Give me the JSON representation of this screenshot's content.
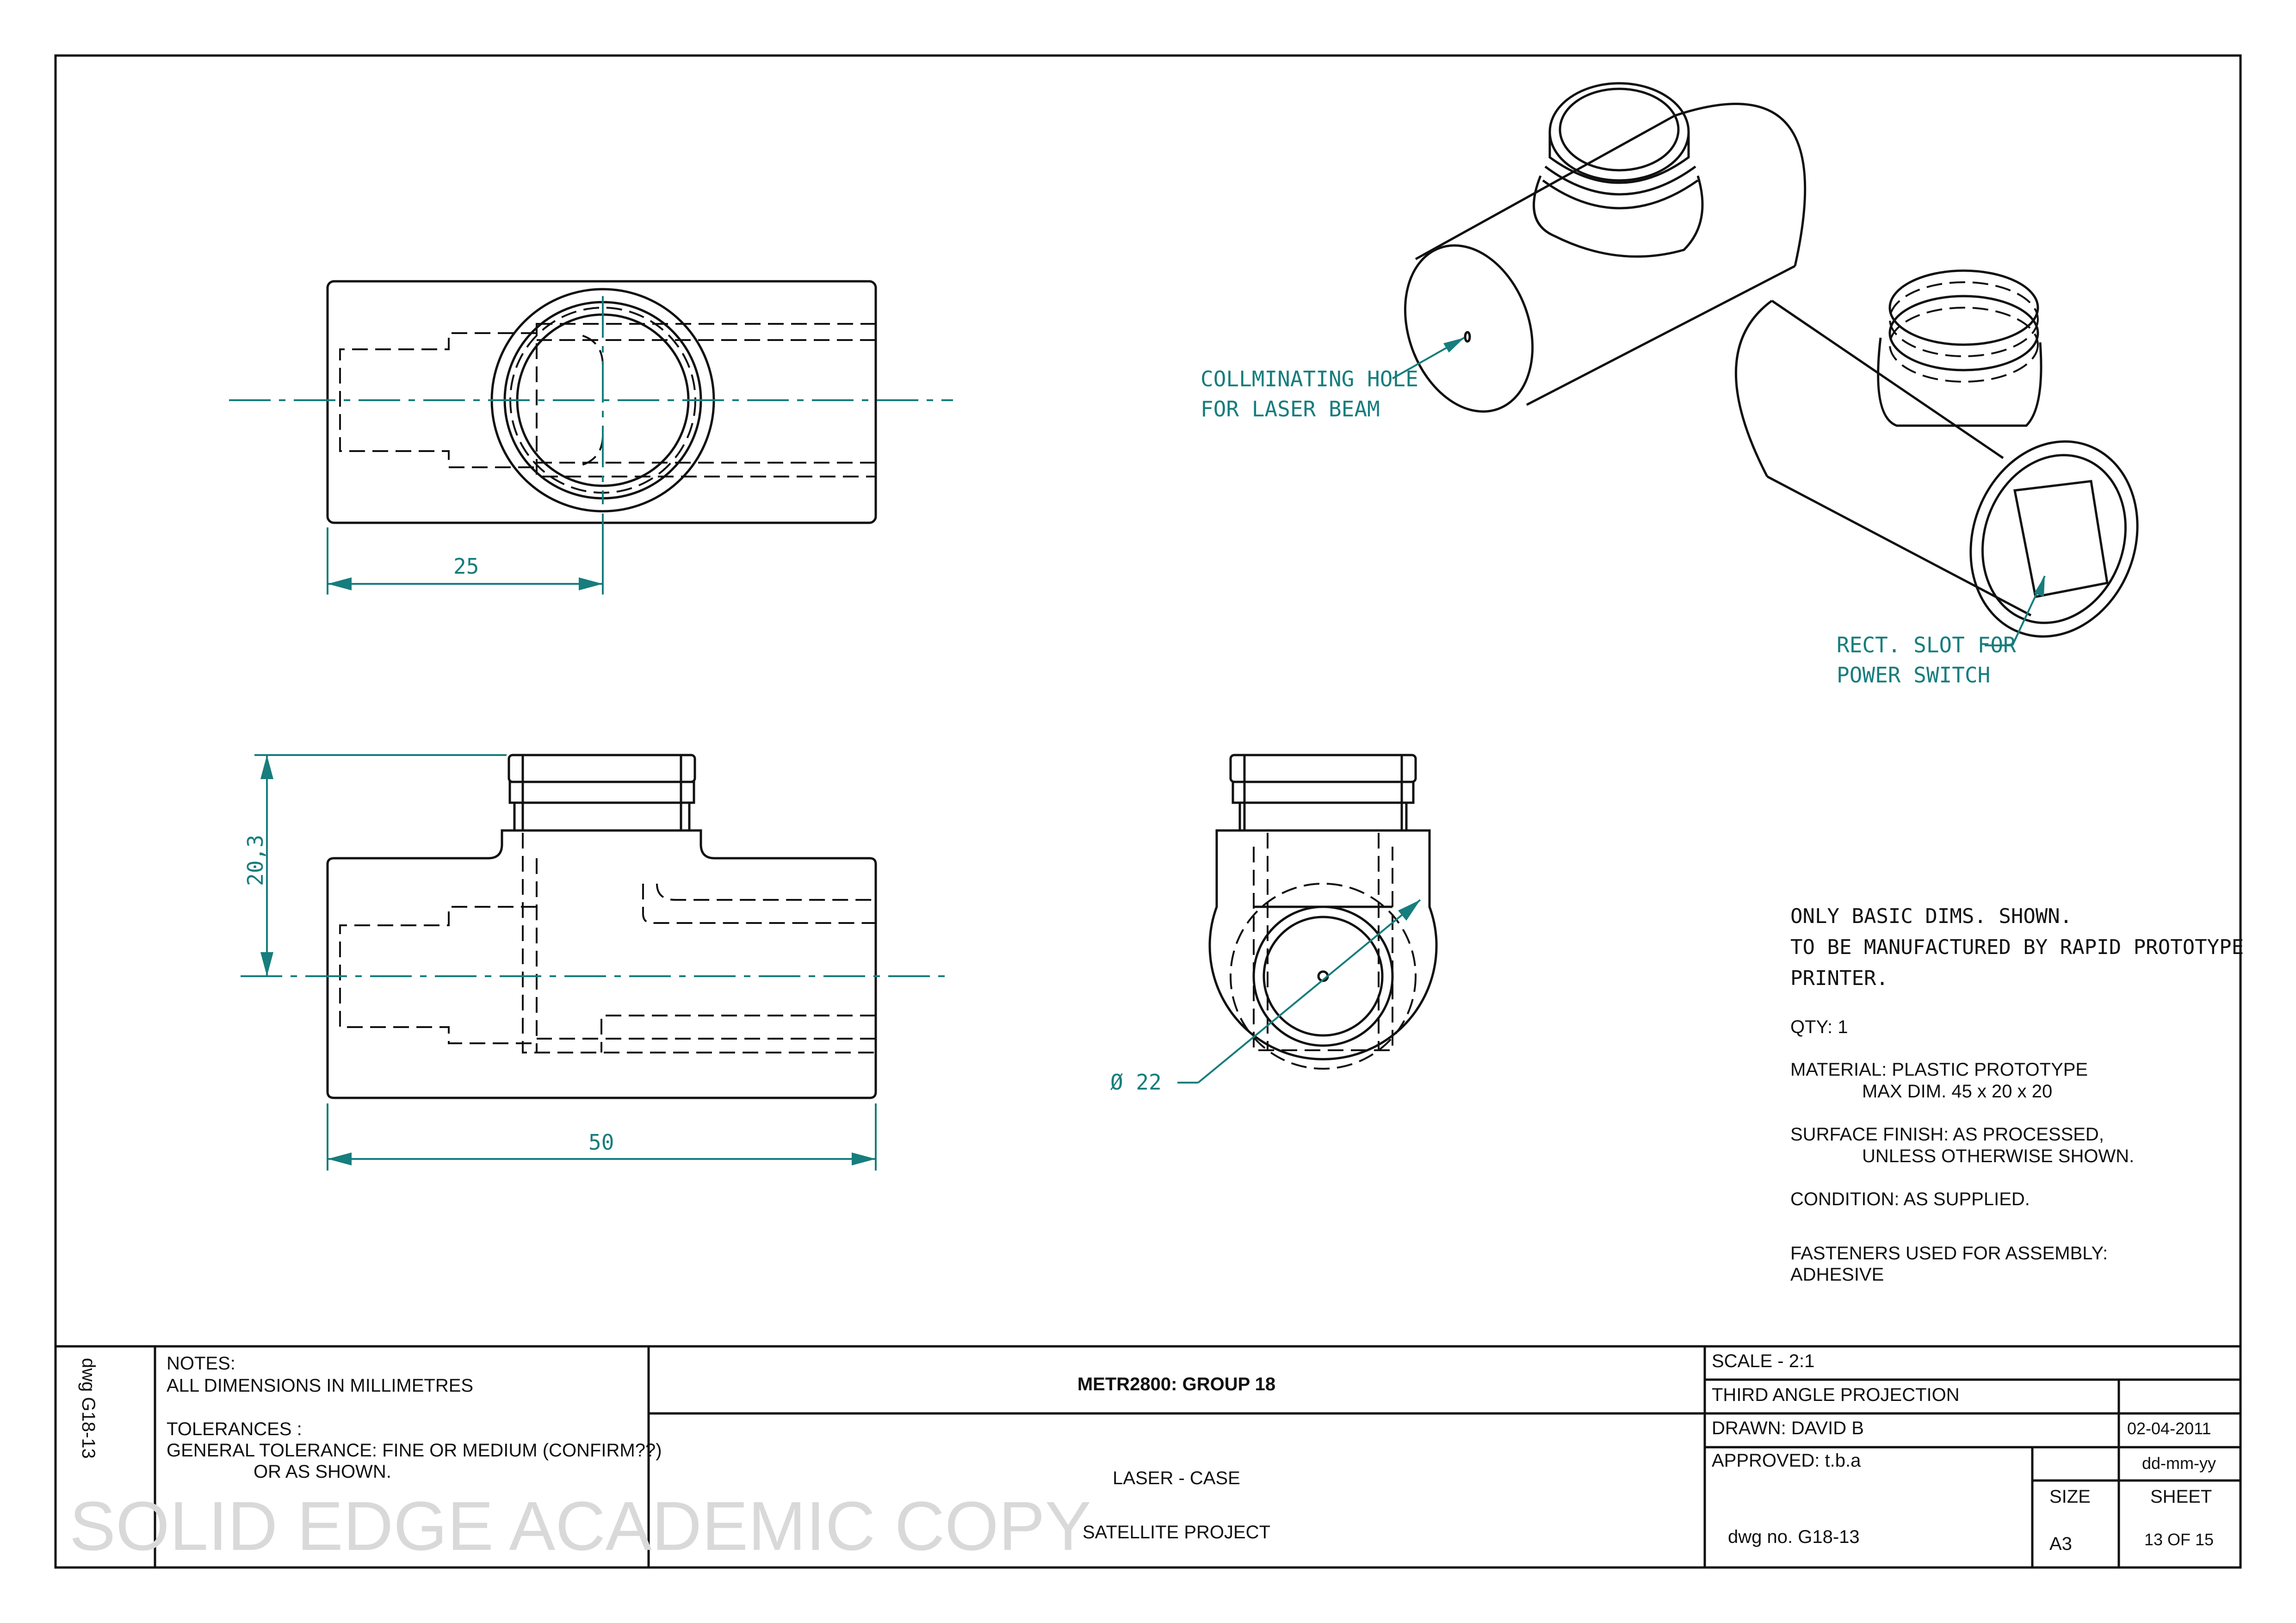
{
  "annotations": {
    "collimating_line1": "COLLMINATING HOLE",
    "collimating_line2": "FOR LASER BEAM",
    "rect_slot_line1": "RECT. SLOT FOR",
    "rect_slot_line2": "POWER SWITCH",
    "dim_25": "25",
    "dim_50": "50",
    "dim_20_3": "20,3",
    "dim_diameter": "Ø 22"
  },
  "notes_panel": {
    "line1": "ONLY BASIC DIMS. SHOWN.",
    "line2": "TO BE MANUFACTURED BY RAPID PROTOTYPE",
    "line3": "PRINTER.",
    "qty": "QTY:  1",
    "material1": "MATERIAL:   PLASTIC PROTOTYPE",
    "material2": "MAX DIM.  45  x  20  x  20",
    "finish1": "SURFACE FINISH:   AS PROCESSED,",
    "finish2": "UNLESS OTHERWISE SHOWN.",
    "condition": "CONDITION:   AS SUPPLIED.",
    "fasteners1": "FASTENERS USED FOR ASSEMBLY:",
    "fasteners2": "ADHESIVE"
  },
  "title_block": {
    "side_label": "dwg G18-13",
    "notes_header": "NOTES:",
    "notes_units": "ALL DIMENSIONS IN MILLIMETRES",
    "tolerances_header": "TOLERANCES :",
    "tolerances_line1": "GENERAL TOLERANCE:  FINE OR MEDIUM  (CONFIRM??)",
    "tolerances_line2": "OR AS SHOWN.",
    "group": "METR2800:  GROUP 18",
    "title": "LASER - CASE",
    "subtitle": "SATELLITE PROJECT",
    "scale": "SCALE - 2:1",
    "projection": "THIRD ANGLE PROJECTION",
    "drawn": "DRAWN:   DAVID B",
    "drawn_date": "02-04-2011",
    "approved": "APPROVED:   t.b.a",
    "approved_date": "dd-mm-yy",
    "size_label": "SIZE",
    "sheet_label": "SHEET",
    "dwg_no": "dwg no. G18-13",
    "size_value": "A3",
    "sheet_value": "13 OF 15",
    "watermark": "SOLID EDGE ACADEMIC COPY"
  }
}
